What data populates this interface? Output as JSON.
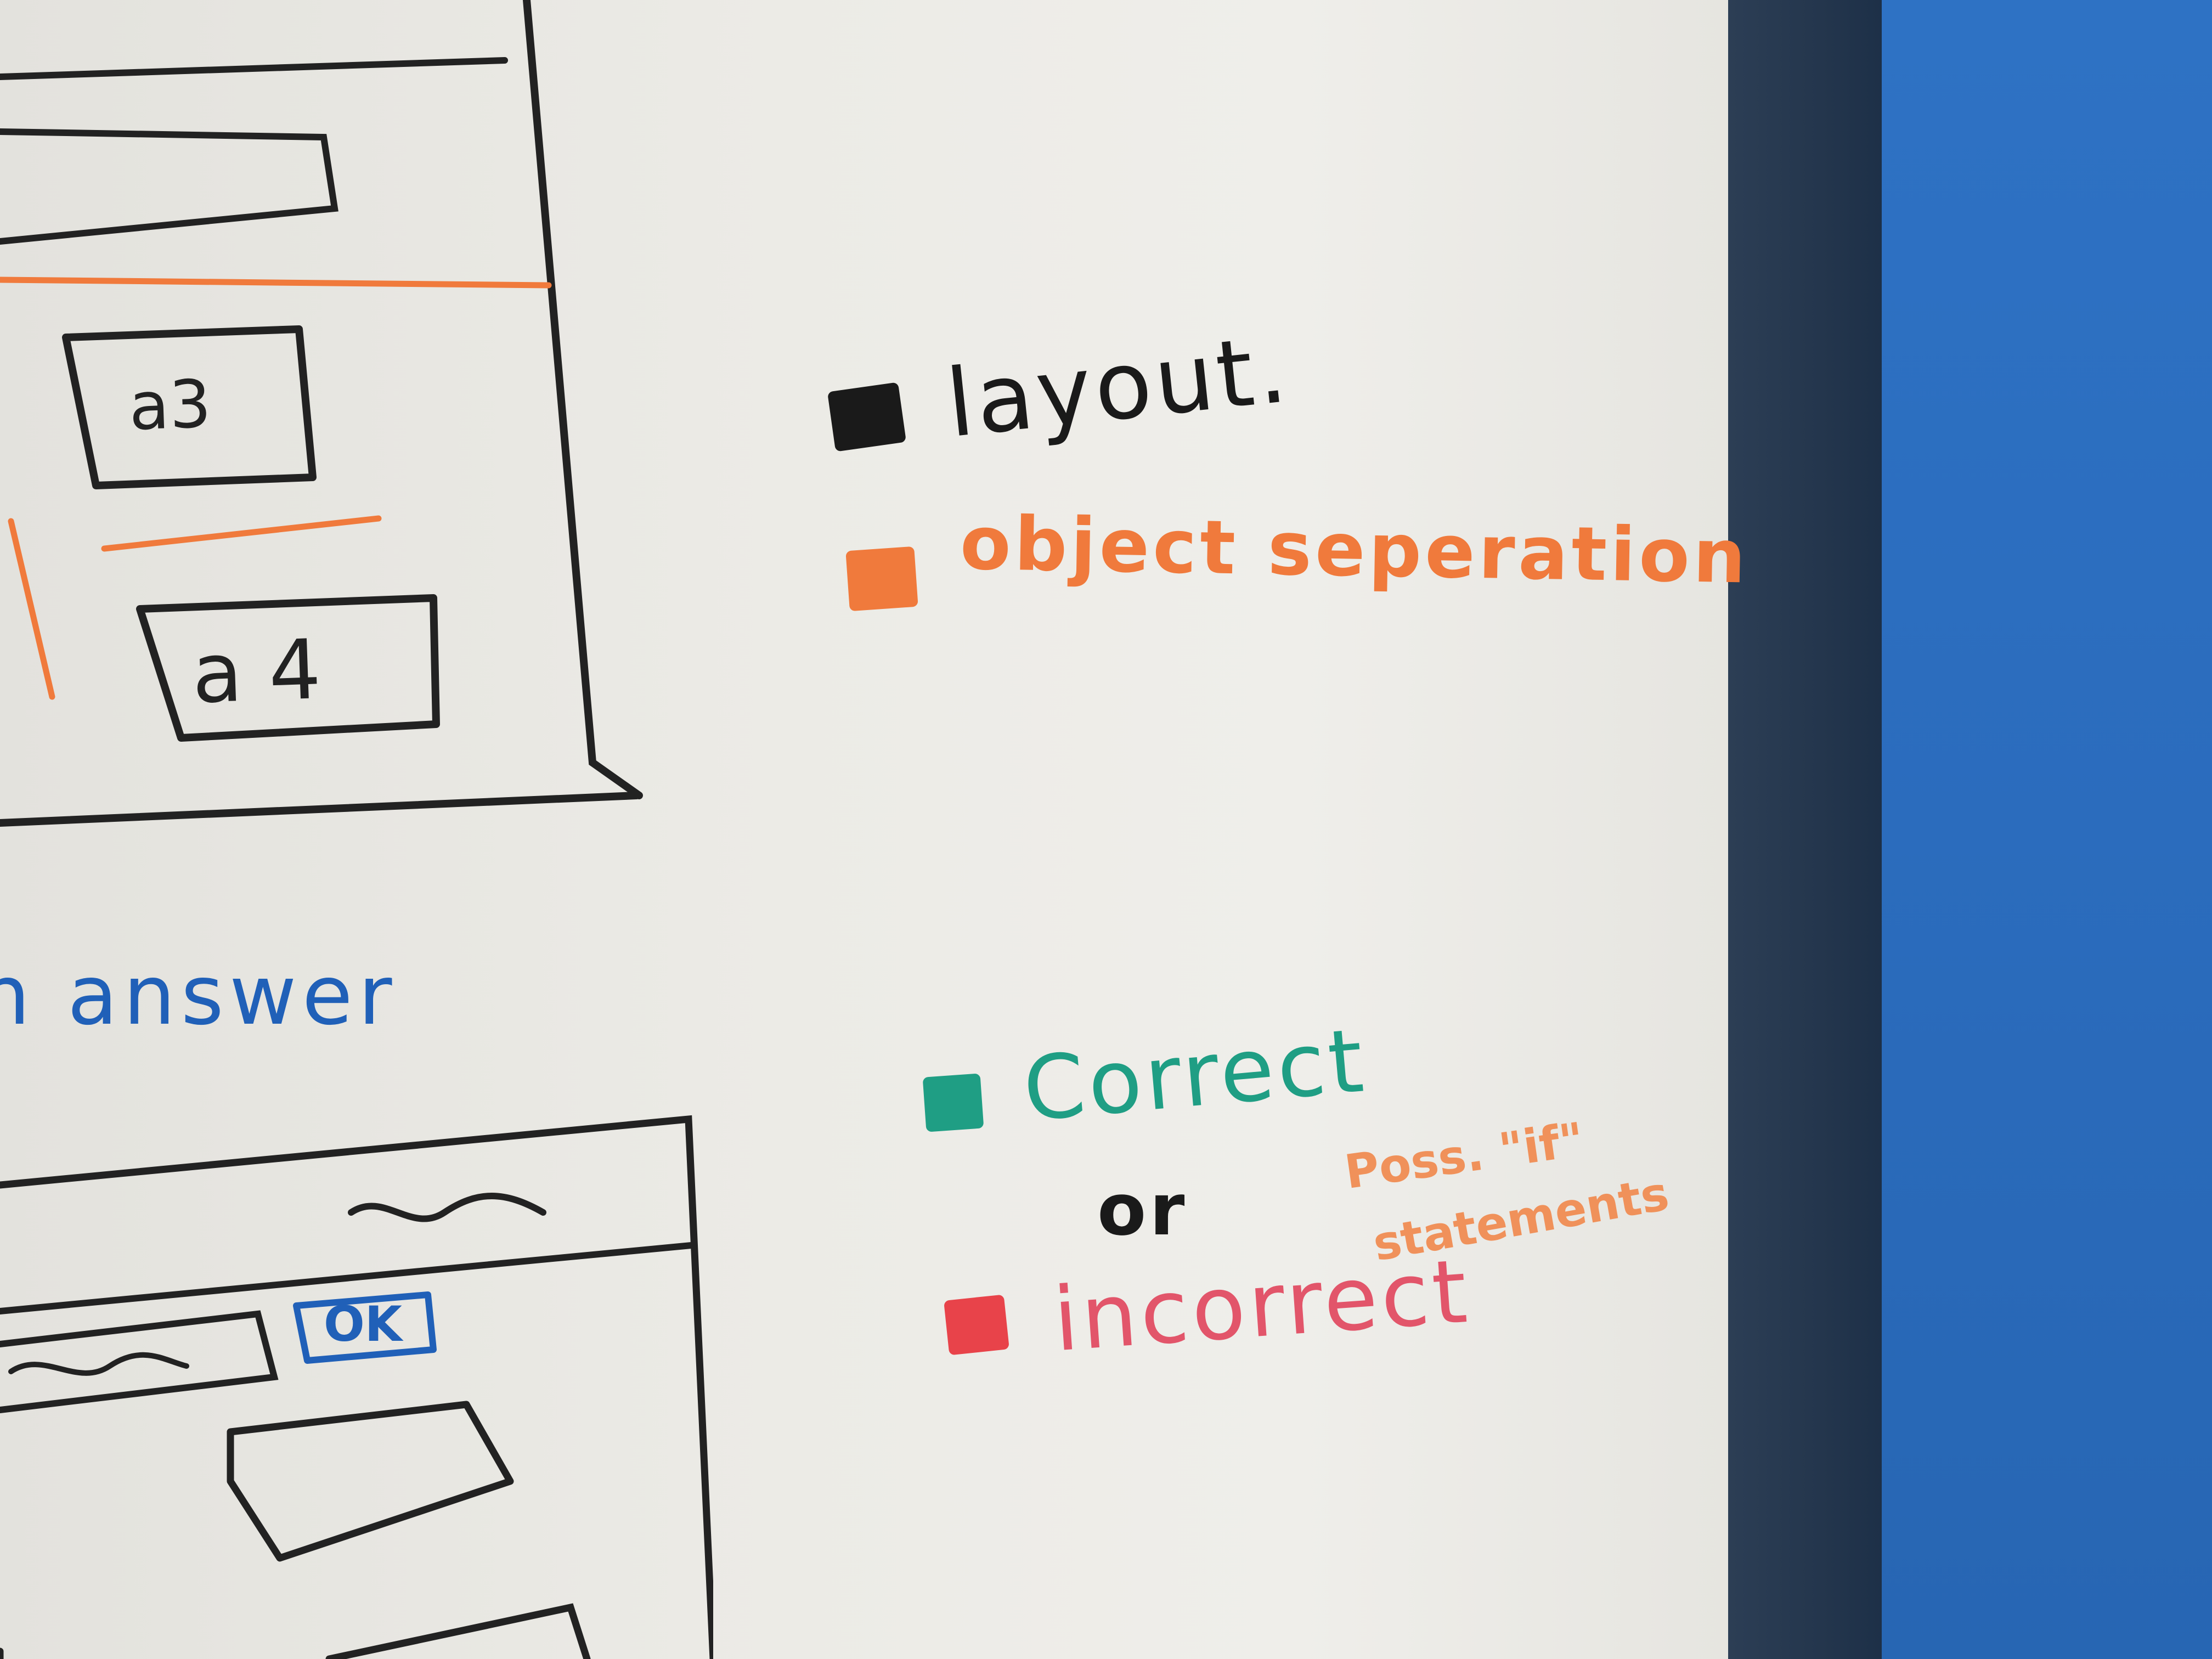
{
  "colors": {
    "black": "#1a1a1a",
    "orange": "#f07a3c",
    "teal": "#1f9e84",
    "red": "#e8434a",
    "blue": "#2060b8",
    "frame": "#24364d",
    "wall": "#2b6cbd",
    "board": "#ecebe6"
  },
  "sketch": {
    "box_a3": "a3",
    "box_a4": "a 4",
    "answer_text": "n  answer",
    "ok_button": "OK"
  },
  "legend": {
    "layout": "layout.",
    "object_separation": "object seperation",
    "correct": "Correct",
    "or": "or",
    "incorrect": "incorrect",
    "note_line1": "Poss. \"if\"",
    "note_line2": "statements"
  }
}
